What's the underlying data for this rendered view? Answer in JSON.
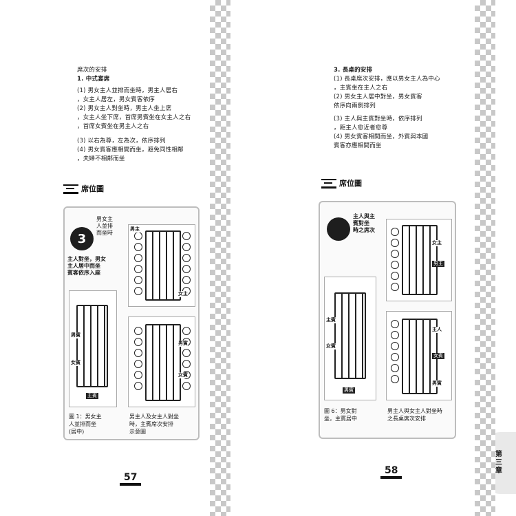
{
  "left_page": {
    "intro_lines": [
      "席次的安排",
      "1. 中式宴席"
    ],
    "body_lines": [
      "(1) 男女主人並排而坐時，男主人居右",
      "，女主人居左，男女賓客依序",
      "(2) 男女主人對坐時，男主人坐上席",
      "，女主人坐下席，首席男賓坐在女主人之右",
      "，首席女賓坐在男主人之右",
      "(3) 以右為尊，左為次，依序排列",
      "(4) 男女賓客應相間而坐，避免同性相鄰",
      "，夫婦不相鄰而坐"
    ],
    "section_title": "席位圖",
    "callout_number": "3",
    "callout_lines": [
      "男女主",
      "人並排",
      "而坐時"
    ],
    "side_note_lines": [
      "主人對坐，男女",
      "主人居中而坐",
      "賓客依序入座"
    ],
    "seat_labels": [
      "男主",
      "女主",
      "男賓",
      "女賓",
      "主賓",
      "男賓",
      "女賓"
    ],
    "caption_left": [
      "圖 1：男女主",
      "人並排而坐",
      "(居中)"
    ],
    "caption_right": [
      "男主人及女主人對坐",
      "時，主賓席次安排",
      "示意圖"
    ],
    "page_number": "57"
  },
  "right_page": {
    "body_lines": [
      "3. 長桌的安排",
      "(1) 長桌席次安排，應以男女主人為中心",
      "，主賓坐在主人之右",
      "(2) 男女主人居中對坐，男女賓客",
      "依序向兩側排列",
      "(3) 主人與主賓對坐時，依序排列",
      "，距主人愈近者愈尊",
      "(4) 男女賓客相間而坐，外賓與本國",
      "賓客亦應相間而坐"
    ],
    "section_title": "席位圖",
    "callout_lines": [
      "主人與主",
      "賓對坐",
      "時之席次"
    ],
    "seat_labels": [
      "女主",
      "男主",
      "主賓",
      "女賓",
      "男賓",
      "主人",
      "女賓",
      "男賓"
    ],
    "caption_left": [
      "圖 6：男女對",
      "坐，主賓居中"
    ],
    "caption_right": [
      "男主人與女主人對坐時",
      "之長桌席次安排"
    ],
    "page_number": "58"
  },
  "thumb_tab": {
    "label_lines": [
      "第",
      "三",
      "章"
    ],
    "number": "3"
  }
}
